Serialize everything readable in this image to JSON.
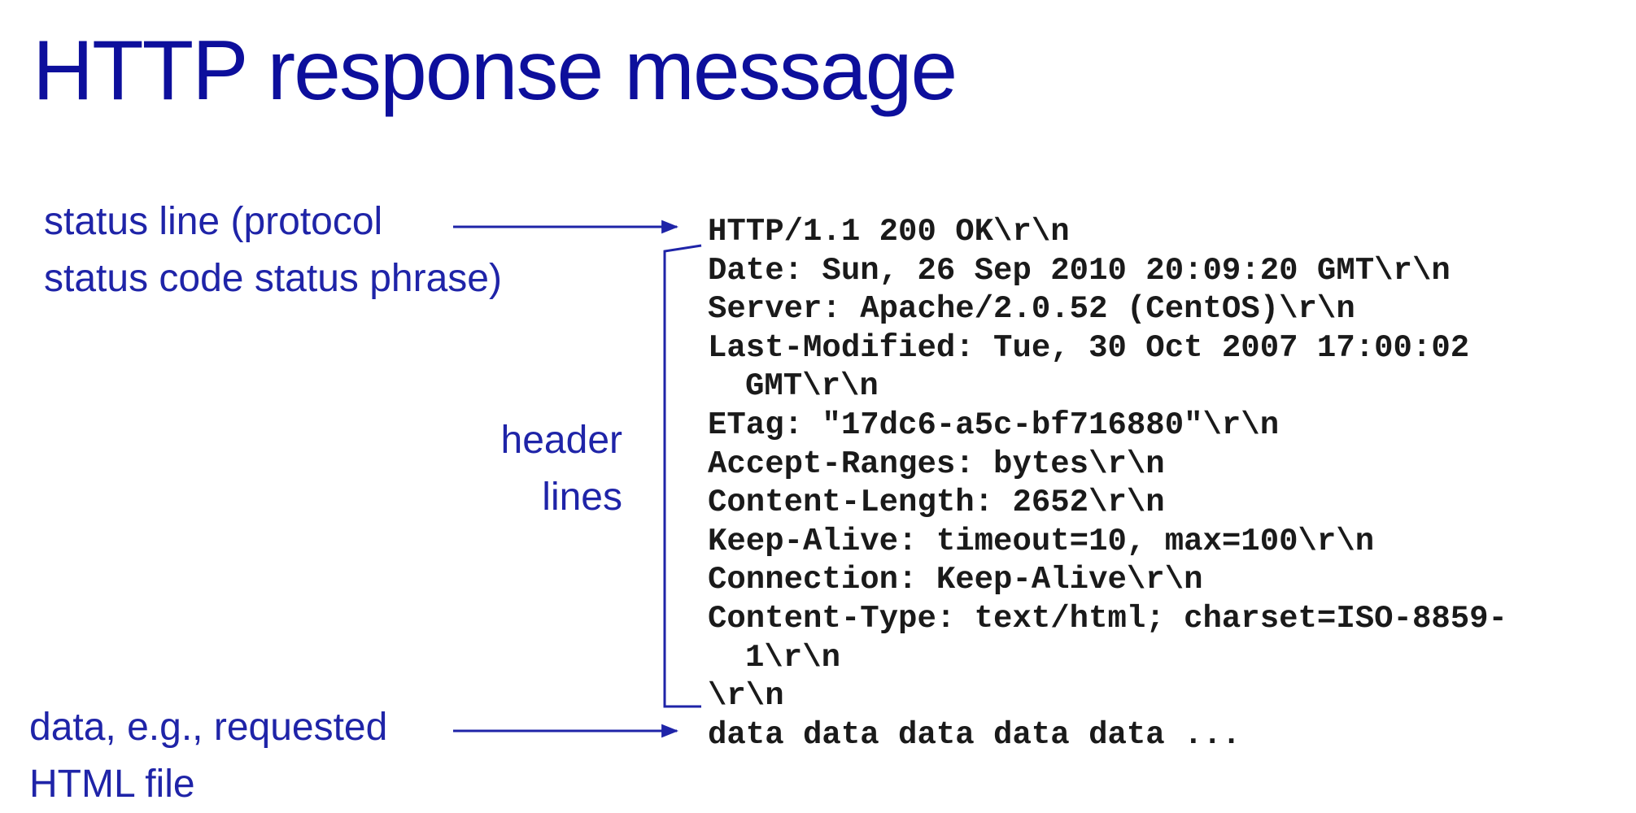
{
  "title": "HTTP response message",
  "labels": {
    "status_line": [
      "status line (protocol",
      "status code status phrase)"
    ],
    "header_lines": [
      "header",
      "lines"
    ],
    "data": [
      "data, e.g.,  requested",
      "HTML file"
    ]
  },
  "message_lines": [
    {
      "text": "HTTP/1.1 200 OK\\r\\n",
      "indent": false
    },
    {
      "text": "Date: Sun, 26 Sep 2010 20:09:20 GMT\\r\\n",
      "indent": false
    },
    {
      "text": "Server: Apache/2.0.52 (CentOS)\\r\\n",
      "indent": false
    },
    {
      "text": "Last-Modified: Tue, 30 Oct 2007 17:00:02",
      "indent": false
    },
    {
      "text": "GMT\\r\\n",
      "indent": true
    },
    {
      "text": "ETag: \"17dc6-a5c-bf716880\"\\r\\n",
      "indent": false
    },
    {
      "text": "Accept-Ranges: bytes\\r\\n",
      "indent": false
    },
    {
      "text": "Content-Length: 2652\\r\\n",
      "indent": false
    },
    {
      "text": "Keep-Alive: timeout=10, max=100\\r\\n",
      "indent": false
    },
    {
      "text": "Connection: Keep-Alive\\r\\n",
      "indent": false
    },
    {
      "text": "Content-Type: text/html; charset=ISO-8859-",
      "indent": false
    },
    {
      "text": "1\\r\\n",
      "indent": true
    },
    {
      "text": "\\r\\n",
      "indent": false
    },
    {
      "text": "data data data data data ...",
      "indent": false
    }
  ],
  "colors": {
    "title": "#0d0f9c",
    "label": "#1f24a8",
    "connector": "#1f24a8",
    "code": "#1a1a1a"
  }
}
